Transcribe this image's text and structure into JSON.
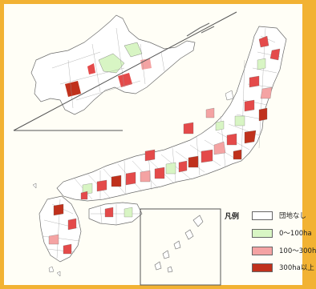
{
  "legend": {
    "title": "凡例",
    "items": [
      {
        "label": "団地なし",
        "color": "#ffffff"
      },
      {
        "label": "0～100ha",
        "color": "#d8f5c4"
      },
      {
        "label": "100～300h",
        "color": "#f4a3a3"
      },
      {
        "label": "300ha以上",
        "color": "#c0311c"
      }
    ]
  },
  "colors": {
    "frame_border": "#f2b233",
    "background": "#fffef6",
    "outline": "#6b6b6b"
  }
}
